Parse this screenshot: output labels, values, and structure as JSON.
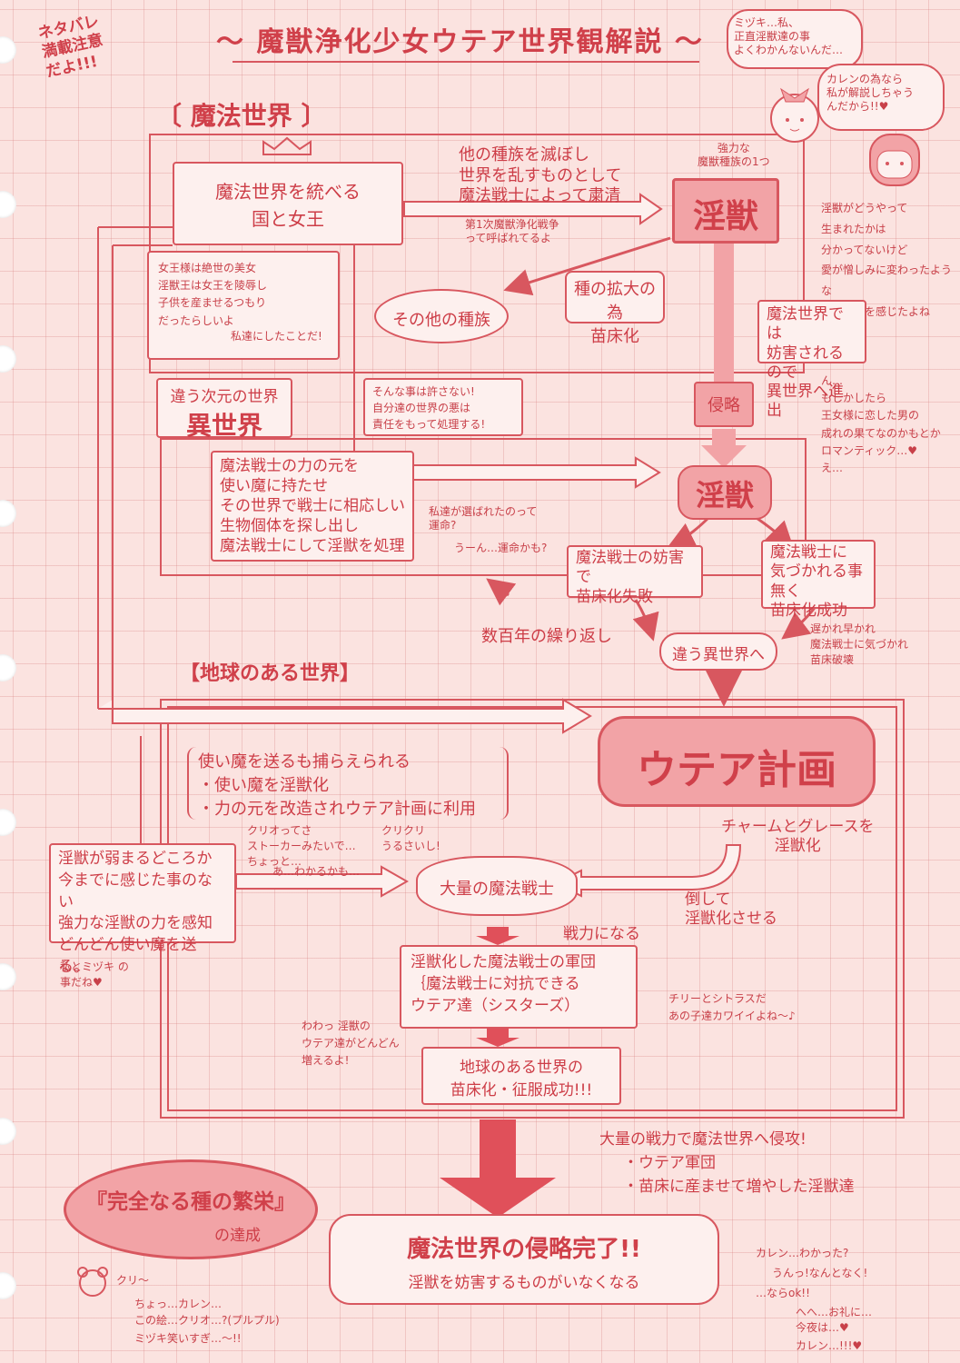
{
  "header": {
    "spoiler_note": "ネタバレ\n満載注意\nだよ!!!",
    "title": "〜 魔獣浄化少女ウテア世界観解説 〜"
  },
  "chat_top": {
    "mizuki": "ミヅキ…私、\n正直淫獣達の事\nよくわかんないんだ…",
    "karen": "カレンの為なら\n私が解説しちゃう\nんだから!!♥"
  },
  "magic_world": {
    "label": "〔 魔法世界 〕",
    "queen_box": "魔法世界を統べる\n国と女王",
    "queen_note": "女王様は絶世の美女\n淫獣王は女王を陵辱し\n子供を産ませるつもり\nだったらしいよ",
    "queen_note_tag": "私達にしたことだ!",
    "purge_text": "他の種族を滅ぼし\n世界を乱すものとして\n魔法戦士によって粛清",
    "war_note": "第1次魔獣浄化戦争\nって呼ばれてるよ",
    "race_note": "強力な\n魔獣種族の1つ",
    "injuu": "淫獣",
    "other_races": "その他の種族",
    "breeding": "種の拡大の為\n苗床化",
    "origin_note": "淫獣がどうやって\n生まれたかは\n分かってないけど\n愛が憎しみに変わったような\n強い感情を感じたよね",
    "hindered": "魔法世界では\n妨害されるので\n異世界へ進出",
    "romantic_note": "ん…\nもしかしたら\n王女様に恋した男の\n成れの果てなのかもとか\nロマンティック…♥\nえ…"
  },
  "other_world": {
    "label_small": "違う次元の世界",
    "label_big": "異世界",
    "resolve": "そんな事は許さない!\n自分達の世界の悪は\n責任をもって処理する!",
    "invasion": "侵略",
    "warrior_plan": "魔法戦士の力の元を\n使い魔に持たせ\nその世界で戦士に相応しい\n生物個体を探し出し\n魔法戦士にして淫獣を処理",
    "fate_note": "私達が選ばれたのって\n運命?",
    "fate_note2": "うーん…運命かも?",
    "injuu2": "淫獣",
    "fail_box": "魔法戦士の妨害で\n苗床化失敗",
    "success_box": "魔法戦士に\n気づかれる事無く\n苗床化成功",
    "repeat": "数百年の繰り返し",
    "next_world": "違う異世界へ",
    "sooner_note": "遅かれ早かれ\n魔法戦士に気づかれ\n苗床破壊"
  },
  "earth": {
    "label": "【地球のある世界】",
    "utea_plan": "ウテア計画",
    "captured_title": "使い魔を送るも捕らえられる",
    "captured_items": [
      "・使い魔を淫獣化",
      "・力の元を改造されウテア計画に利用"
    ],
    "stalker_note": "クリオってさ\nストーカーみたいで…\nちょっと…",
    "stalker_note2": "あ…わかるかも…",
    "kurikuri_note": "クリクリ\nうるさいし!",
    "sense_box": "淫獣が弱まるどころか\n今までに感じた事のない\n強力な淫獣の力を感知\nどんどん使い魔を送る。",
    "us_note": "私とミヅキ の\n事だね♥",
    "charm_grace": "チャームとグレースを\n淫獣化",
    "many_warriors": "大量の魔法戦士",
    "defeat": "倒して\n淫獣化させる",
    "war_power": "戦力になる",
    "army_box": "淫獣化した魔法戦士の軍団\n｛魔法戦士に対抗できる\nウテア達（シスターズ）",
    "wow_note": "わわっ 淫獣の\nウテア達がどんどん\n増えるよ!",
    "cherry_note": "チリーとシトラスだ\nあの子達カワイイよね〜♪",
    "conquer_box": "地球のある世界の\n苗床化・征服成功!!!"
  },
  "final": {
    "invade_title": "大量の戦力で魔法世界へ侵攻!",
    "invade_items": [
      "・ウテア軍団",
      "・苗床に産ませて増やした淫獣達"
    ],
    "prosperity": "『完全なる種の繁栄』",
    "achieve": "の達成",
    "complete": "魔法世界の侵略完了!!",
    "complete_sub": "淫獣を妨害するものがいなくなる",
    "chat_bottom_left": [
      "クリ〜",
      "ちょっ…カレン…\nこの絵…クリオ…?(プルプル)",
      "ミヅキ笑いすぎ…〜!!"
    ],
    "chat_bottom_right": [
      "カレン…わかった?",
      "うんっ!なんとなく!",
      "…ならok!!",
      "へへ…お礼に…\n今夜は…♥",
      "カレン…!!!♥"
    ]
  },
  "colors": {
    "ink": "#d0404a",
    "paper": "#fbe3e0",
    "box_fill": "#fdf0ee",
    "injuu_fill": "#f2a3a6",
    "arrow_red": "#e0505a"
  },
  "icons": [
    "crown-icon",
    "ribbon-girl-icon",
    "bangs-girl-icon",
    "bear-doodle-icon"
  ]
}
